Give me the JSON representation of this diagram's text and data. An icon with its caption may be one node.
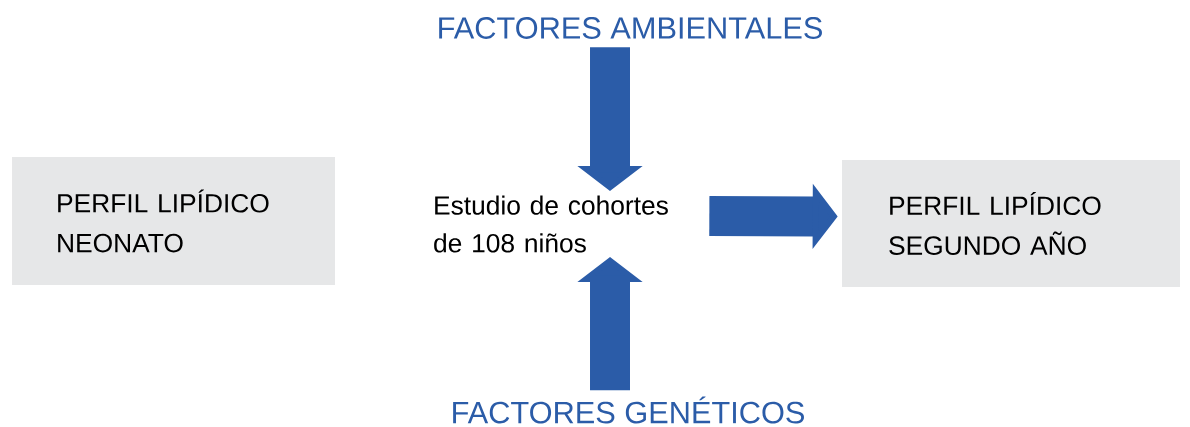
{
  "diagram": {
    "nodes": [
      {
        "text": [
          "FACTORES AMBIENTALES"
        ]
      },
      {
        "text": [
          "PERFIL LIPÍDICO NEONATO"
        ]
      },
      {
        "text": [
          "Estudio de cohortes de 108 niños"
        ]
      },
      {
        "text": [
          "PERFIL LIPÍDICO SEGUNDO AÑO"
        ]
      },
      {
        "text": [
          "FACTORES GENÉTICOS"
        ]
      }
    ],
    "edges": [
      {
        "from": 0,
        "to": 2,
        "arrow": "to"
      },
      {
        "from": 2,
        "to": 3,
        "arrow": "to"
      },
      {
        "from": 4,
        "to": 2,
        "arrow": "to"
      }
    ]
  }
}
